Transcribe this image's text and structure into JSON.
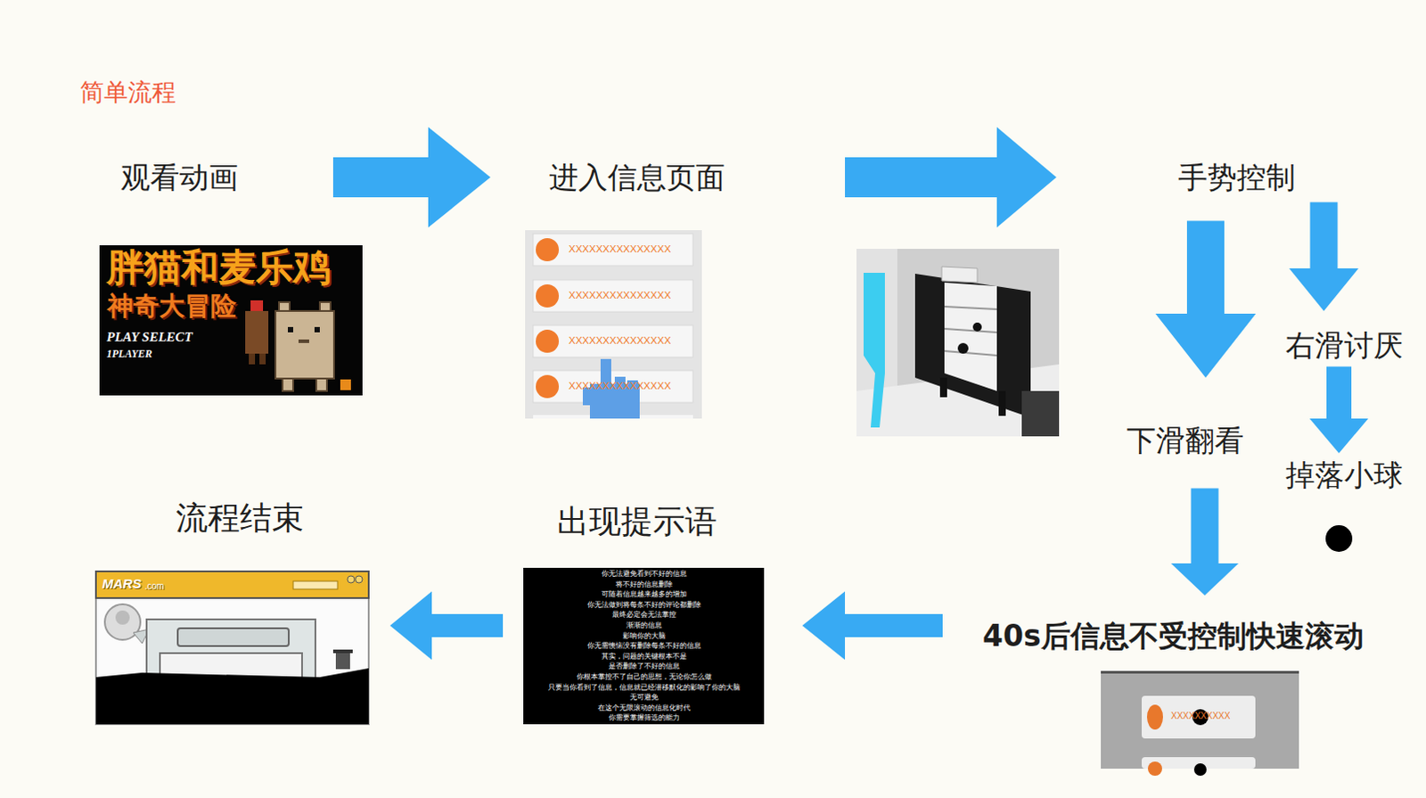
{
  "diagram": {
    "title": "简单流程",
    "nodes": [
      {
        "text": [
          "观看动画"
        ]
      },
      {
        "text": [
          "进入信息页面"
        ]
      },
      {
        "text": [
          "手势控制"
        ]
      },
      {
        "text": [
          "右滑讨厌"
        ]
      },
      {
        "text": [
          "下滑翻看"
        ]
      },
      {
        "text": [
          "掉落小球"
        ]
      },
      {
        "text": [
          "40s后信息不受控制快速滚动"
        ]
      },
      {
        "text": [
          "出现提示语"
        ]
      },
      {
        "text": [
          "流程结束"
        ]
      }
    ],
    "edges": [
      {
        "from": 0,
        "to": 1,
        "arrow": "to"
      },
      {
        "from": 1,
        "to": 2,
        "arrow": "to"
      },
      {
        "from": 2,
        "to": 4,
        "arrow": "to"
      },
      {
        "from": 2,
        "to": 3,
        "arrow": "to"
      },
      {
        "from": 3,
        "to": 5,
        "arrow": "to"
      },
      {
        "from": 4,
        "to": 6,
        "arrow": "to"
      },
      {
        "from": 6,
        "to": 7,
        "arrow": "to"
      },
      {
        "from": 7,
        "to": 8,
        "arrow": "to"
      }
    ],
    "labels": [
      "胖猫和麦乐鸡",
      "神奇大冒险",
      "PLAY SELECT",
      "1PLAYER",
      "XXXXXXXXXXXXXXX",
      "XXXXXXXXXXXXXXX",
      "XXXXXXXXXXXXXXX",
      "XXXXXXXXXXXXXXX",
      "XXXXXXXXXX",
      "你无法避免看到不好的信息",
      "将不好的信息删除",
      "可随着信息越来越多的增加",
      "你无法做到将每条不好的评论都删除",
      "最终必定会无法掌控",
      "渐渐的信息",
      "影响你的大脑",
      "你无需懊恼没有删除每条不好的信息",
      "其实，问题的关键根本不是",
      "是否删除了不好的信息",
      "你根本掌控不了自己的思想，无论你怎么做",
      "只要当你看到了信息，信息就已经潜移默化的影响了你的大脑",
      "无可避免",
      "在这个无限滚动的信息化时代",
      "你需要掌握筛选的能力",
      "MARS",
      ".com"
    ]
  }
}
